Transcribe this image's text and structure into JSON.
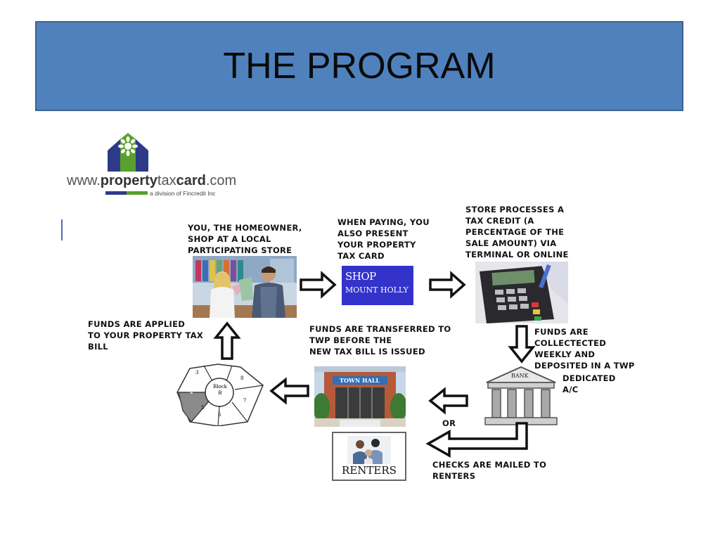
{
  "title": "THE PROGRAM",
  "logo": {
    "url_prefix": "www.",
    "url_bold": "property",
    "url_mid": "tax",
    "url_bold2": "card",
    "url_suffix": ".com",
    "tagline": "a division of Fincredit Inc"
  },
  "steps": {
    "shop": "YOU, THE HOMEOWNER,\nSHOP AT A LOCAL\nPARTICIPATING STORE",
    "present": "WHEN PAYING, YOU\nALSO PRESENT\nYOUR PROPERTY\nTAX CARD",
    "process": "STORE PROCESSES A\nTAX CREDIT (A\nPERCENTAGE OF THE\nSALE AMOUNT) VIA\nTERMINAL OR ONLINE",
    "collected": "FUNDS ARE\nCOLLECTECTED\nWEEKLY AND\nDEPOSITED IN A TWP",
    "dedicated": "DEDICATED\nA/C",
    "transferred": "FUNDS ARE TRANSFERRED TO\nTWP BEFORE THE\nNEW TAX BILL IS ISSUED",
    "applied": "FUNDS ARE APPLIED\nTO YOUR PROPERTY TAX\nBILL",
    "or": "OR",
    "checks": "CHECKS ARE MAILED TO\nRENTERS"
  },
  "card": {
    "line1": "SHOP",
    "line2": "MOUNT HOLLY"
  },
  "renters_label": "RENTERS",
  "bank_label": "BANK",
  "town_hall_label": "TOWN HALL",
  "block_label": "Block\nB",
  "lot_numbers": [
    "3",
    "4",
    "8",
    "7",
    "6",
    "5"
  ],
  "colors": {
    "title_bg": "#4f81bd",
    "card_bg": "#3333cc",
    "logo_blue": "#2e3a87",
    "logo_green": "#5aa02c"
  }
}
